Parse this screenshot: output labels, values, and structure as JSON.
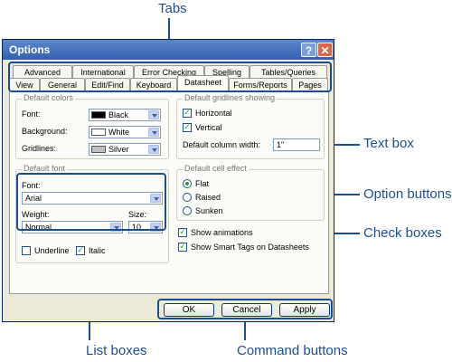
{
  "callouts": {
    "tabs": "Tabs",
    "text_box": "Text box",
    "option_buttons": "Option buttons",
    "check_boxes": "Check boxes",
    "list_boxes": "List boxes",
    "command_buttons": "Command buttons"
  },
  "window": {
    "title": "Options",
    "help_glyph": "?",
    "close_glyph": "✕"
  },
  "tabs": {
    "row1": [
      "Advanced",
      "International",
      "Error Checking",
      "Spelling",
      "Tables/Queries"
    ],
    "row2": [
      "View",
      "General",
      "Edit/Find",
      "Keyboard",
      "Datasheet",
      "Forms/Reports",
      "Pages"
    ],
    "active": "Datasheet"
  },
  "default_colors": {
    "label": "Default colors",
    "font_label": "Font:",
    "font_value": "Black",
    "background_label": "Background:",
    "background_value": "White",
    "gridlines_label": "Gridlines:",
    "gridlines_value": "Silver"
  },
  "gridlines": {
    "label": "Default gridlines showing",
    "horizontal": "Horizontal",
    "vertical": "Vertical",
    "column_width_label": "Default column width:",
    "column_width_value": "1\""
  },
  "default_font": {
    "label": "Default font",
    "font_label": "Font:",
    "font_value": "Arial",
    "weight_label": "Weight:",
    "weight_value": "Normal",
    "size_label": "Size:",
    "size_value": "10",
    "underline": "Underline",
    "italic": "Italic"
  },
  "cell_effect": {
    "label": "Default cell effect",
    "flat": "Flat",
    "raised": "Raised",
    "sunken": "Sunken"
  },
  "checks": {
    "show_animations": "Show animations",
    "show_smart_tags": "Show Smart Tags on Datasheets"
  },
  "buttons": {
    "ok": "OK",
    "cancel": "Cancel",
    "apply": "Apply"
  },
  "colors": {
    "callout": "#1a4f8f",
    "titlebar": "#3160b1",
    "dialog": "#ece9d8",
    "black_swatch": "#000000",
    "white_swatch": "#ffffff",
    "silver_swatch": "#c0c0c0"
  }
}
